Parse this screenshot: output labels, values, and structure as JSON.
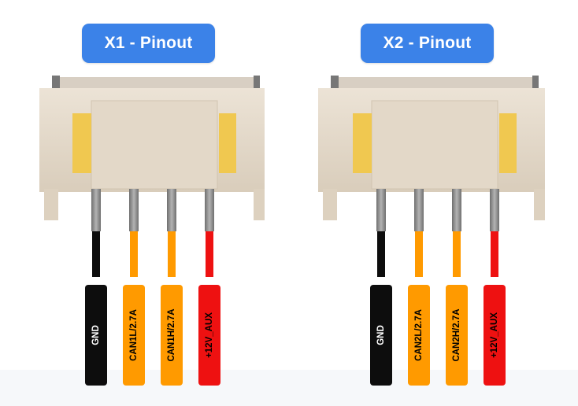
{
  "connectors": [
    {
      "id": "X1",
      "title": "X1 - Pinout",
      "pins": [
        {
          "label": "GND",
          "wire_color": "#0d0d0d",
          "tag_color": "#0d0d0d"
        },
        {
          "label": "CAN1L/2.7A",
          "wire_color": "#ff9a00",
          "tag_color": "#ff9a00"
        },
        {
          "label": "CAN1H/2.7A",
          "wire_color": "#ff9a00",
          "tag_color": "#ff9a00"
        },
        {
          "label": "+12V_AUX",
          "wire_color": "#ee1111",
          "tag_color": "#ee1111"
        }
      ]
    },
    {
      "id": "X2",
      "title": "X2 - Pinout",
      "pins": [
        {
          "label": "GND",
          "wire_color": "#0d0d0d",
          "tag_color": "#0d0d0d"
        },
        {
          "label": "CAN2L/2.7A",
          "wire_color": "#ff9a00",
          "tag_color": "#ff9a00"
        },
        {
          "label": "CAN2H/2.7A",
          "wire_color": "#ff9a00",
          "tag_color": "#ff9a00"
        },
        {
          "label": "+12V_AUX",
          "wire_color": "#ee1111",
          "tag_color": "#ee1111"
        }
      ]
    }
  ],
  "colors": {
    "title_button": "#3b82e8",
    "housing": "#e7dccd",
    "latch": "#f0c850",
    "pin_metal": "#8c8c8c"
  }
}
